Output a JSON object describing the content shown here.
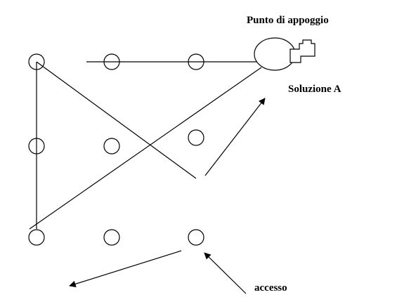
{
  "labels": {
    "fulcrum": "Punto di appoggio",
    "solution": "Soluzione A",
    "access": "accesso"
  },
  "grid": {
    "rows": 3,
    "cols": 3,
    "shape": "circle"
  },
  "icons": {
    "fulcrum": "ellipse-with-turn-arrow-icon"
  },
  "colors": {
    "stroke": "#000000",
    "background": "#ffffff"
  }
}
